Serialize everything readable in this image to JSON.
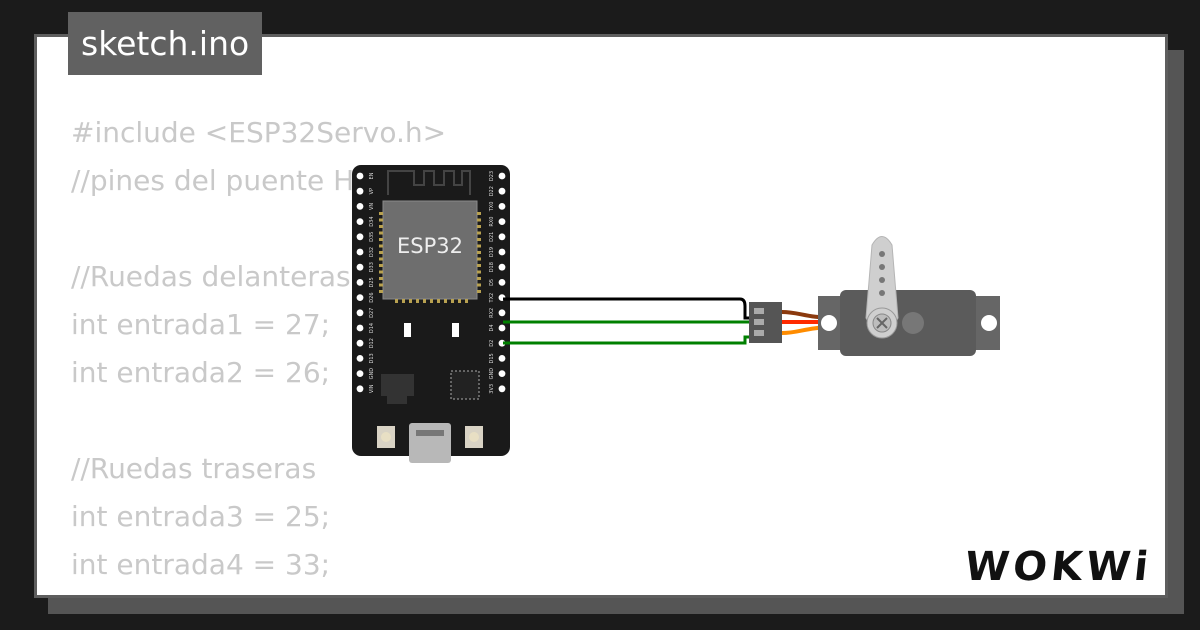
{
  "file_tab": {
    "label": "sketch.ino"
  },
  "code_lines": [
    "#include <ESP32Servo.h>",
    "//pines del puente H",
    "",
    "//Ruedas delanteras",
    "int entrada1 = 27;",
    "int entrada2 = 26;",
    "",
    "//Ruedas traseras",
    "int entrada3 = 25;",
    "int entrada4 = 33;"
  ],
  "board": {
    "chip_label": "ESP32",
    "left_pins": [
      "EN",
      "VP",
      "VN",
      "D34",
      "D35",
      "D32",
      "D33",
      "D25",
      "D26",
      "D27",
      "D14",
      "D12",
      "D13",
      "GND",
      "VIN"
    ],
    "right_pins": [
      "D23",
      "D22",
      "TX0",
      "RX0",
      "D21",
      "D19",
      "D18",
      "D5",
      "TX2",
      "RX2",
      "D4",
      "D2",
      "D15",
      "GND",
      "3V3"
    ]
  },
  "brand": {
    "logo": "WOKWi"
  },
  "colors": {
    "background": "#1b1b1b",
    "card": "#ffffff",
    "tab": "#616161",
    "code_text": "#c9c9c9",
    "board": "#1a1a1a",
    "chip": "#6e6e6e",
    "wire_gnd": "#000000",
    "wire_signal": "#008000",
    "servo_body": "#666666",
    "servo_lead_brown": "#8b3a0e",
    "servo_lead_red": "#ff2a00",
    "servo_lead_orange": "#ff8c00"
  }
}
